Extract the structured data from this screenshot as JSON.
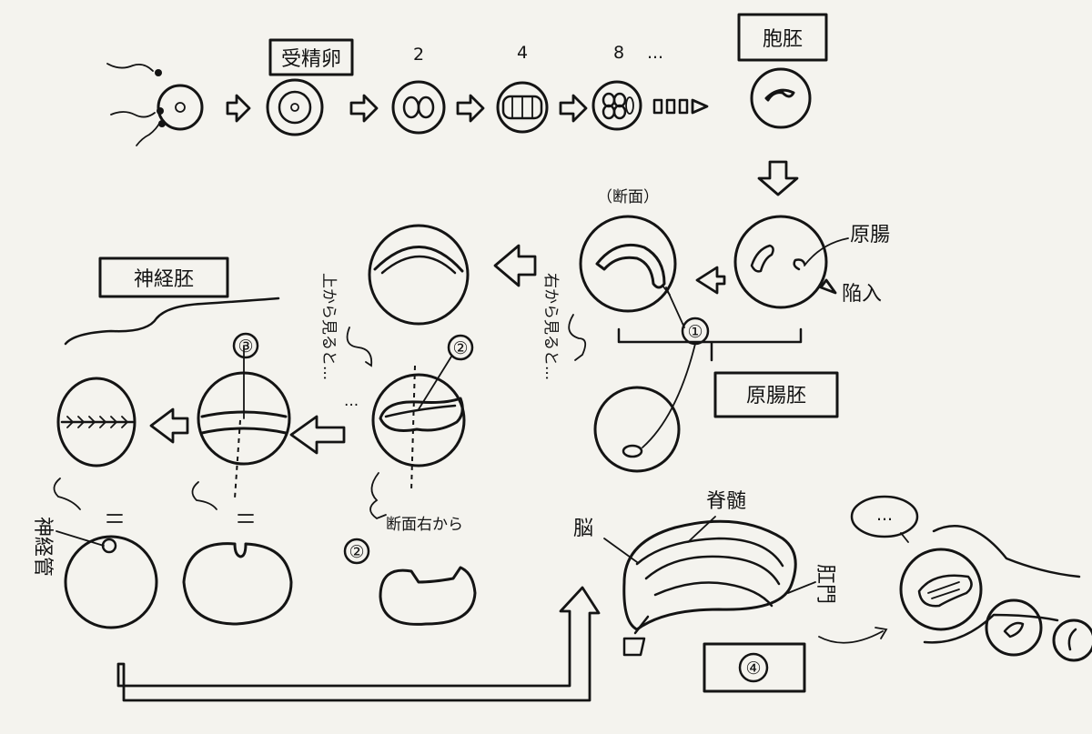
{
  "stage_labels": {
    "fertilized_egg": "受精卵",
    "blastula": "胞胚",
    "gastrula": "原腸胚",
    "neurula": "神経胚"
  },
  "cell_counts": [
    "2",
    "4",
    "8",
    "..."
  ],
  "annotations": {
    "cross_section": "（断面）",
    "archenteron": "原腸",
    "invagination": "陥入",
    "view_from_side": "右から見ると...",
    "view_from_top": "上から見ると...",
    "section_from_right": "断面右から",
    "neural_tube": "神経管",
    "brain": "脳",
    "spinal_cord": "脊髄",
    "anus": "肛門",
    "ellipsis_bubble": "...",
    "ellipsis_small": "..."
  },
  "step_markers": [
    "①",
    "②",
    "③",
    "②",
    "④"
  ]
}
